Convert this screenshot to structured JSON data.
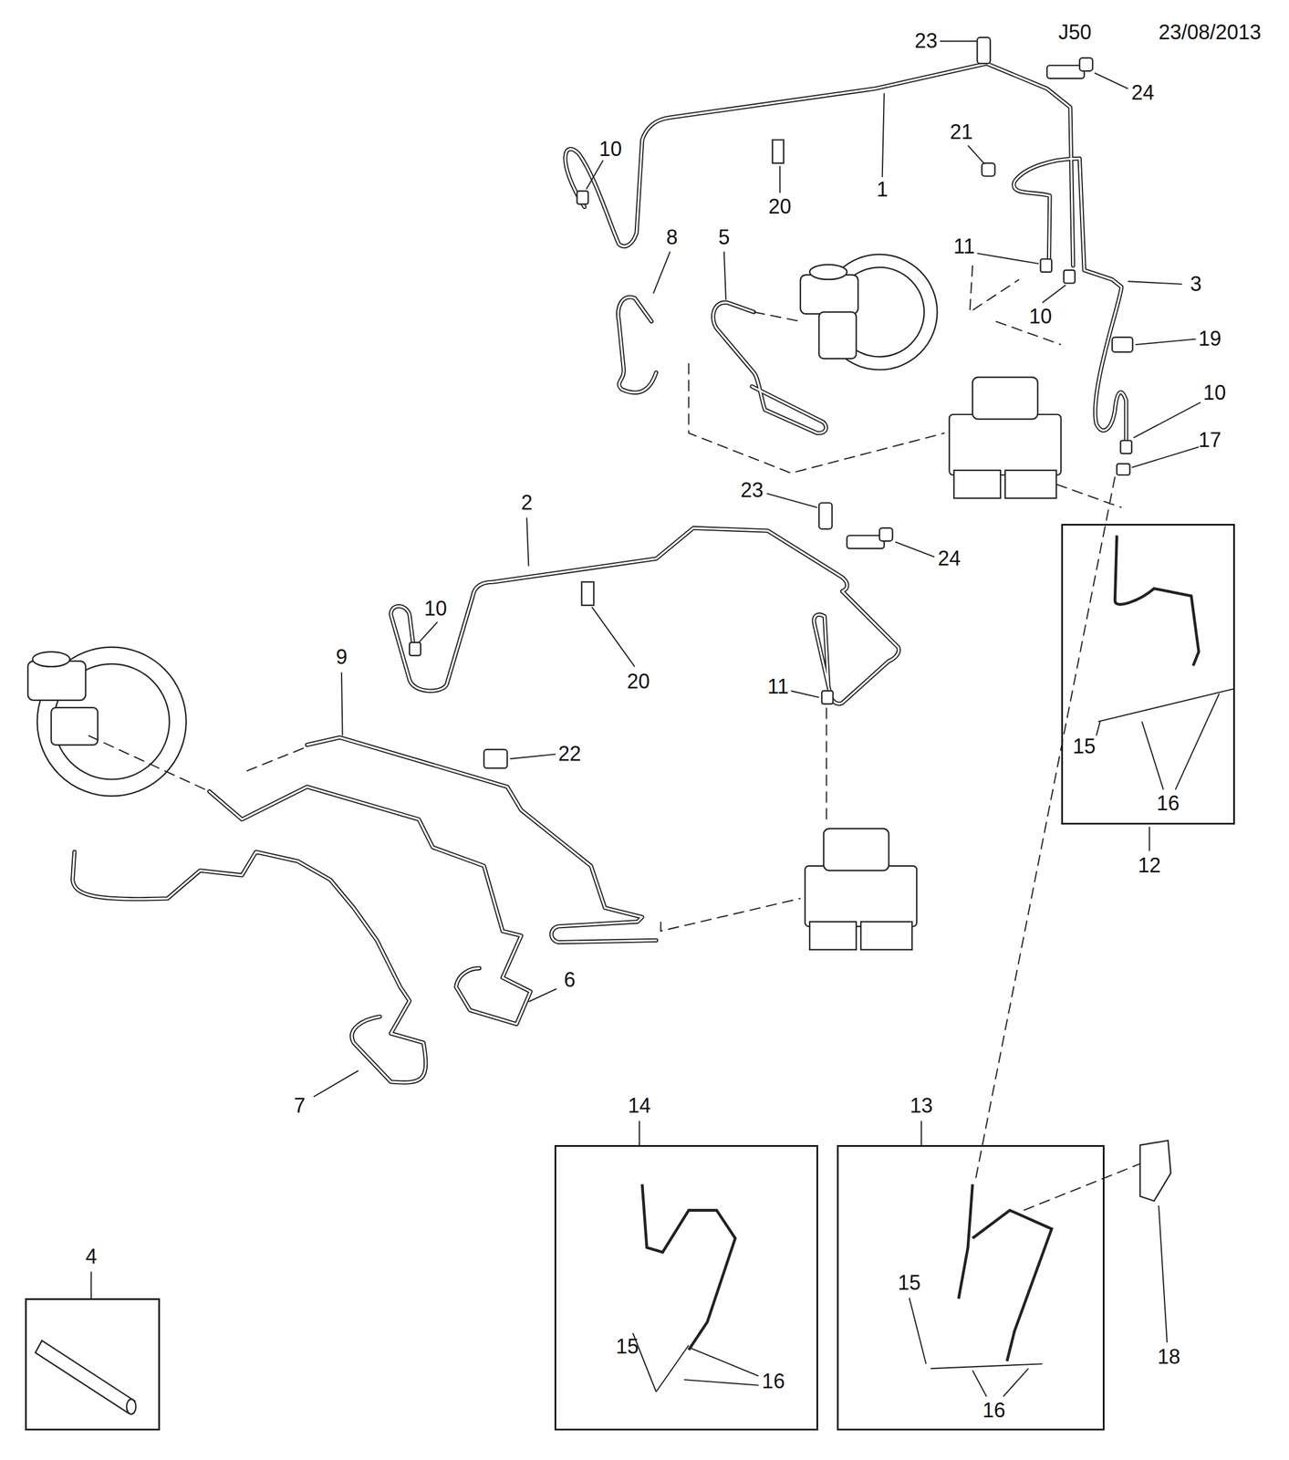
{
  "diagram": {
    "nodes": [
      {
        "text": [
          "4"
        ]
      },
      {
        "text": [
          "12",
          "15",
          "16"
        ]
      },
      {
        "text": [
          "13",
          "15",
          "16"
        ]
      },
      {
        "text": [
          "14",
          "15",
          "16"
        ]
      }
    ],
    "labels": [
      "23",
      "J50",
      "23/08/2013",
      "24",
      "10",
      "21",
      "1",
      "20",
      "8",
      "5",
      "11",
      "3",
      "10",
      "19",
      "10",
      "17",
      "23",
      "2",
      "24",
      "10",
      "9",
      "20",
      "11",
      "22",
      "6",
      "7",
      "18"
    ]
  }
}
